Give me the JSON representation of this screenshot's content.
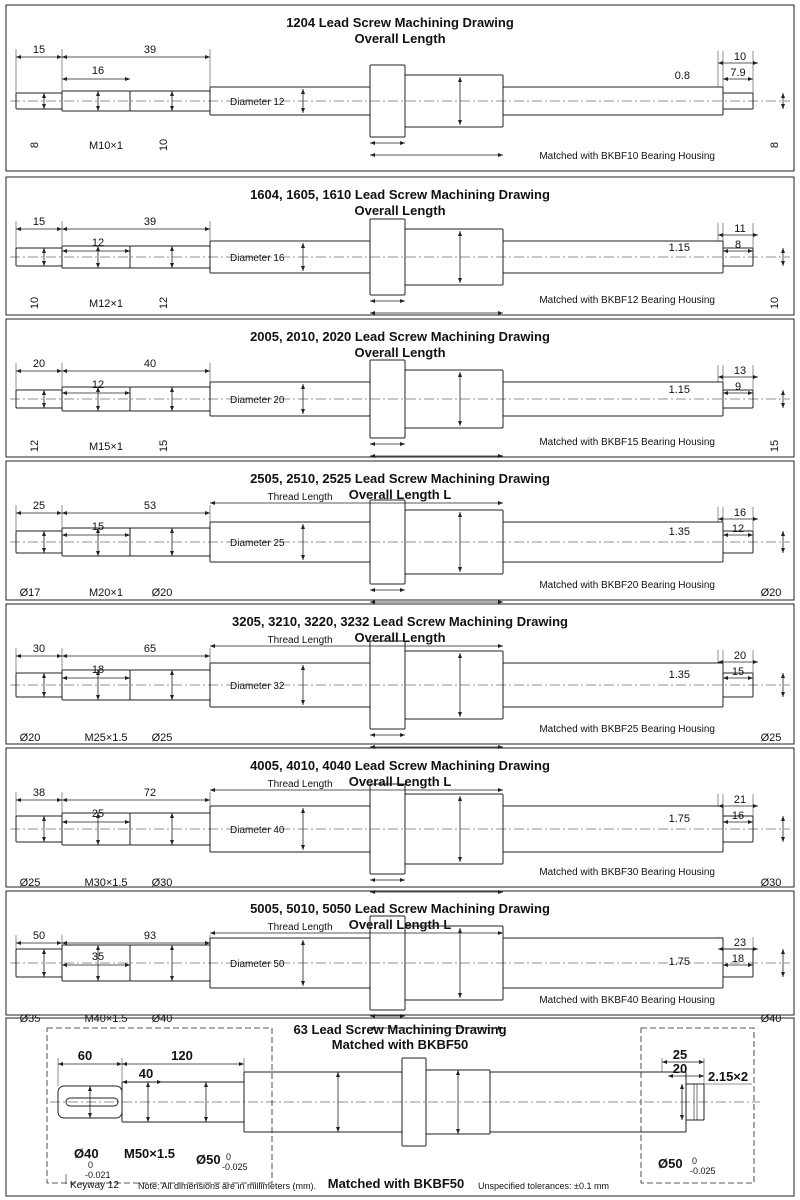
{
  "panels": [
    {
      "title": "1204 Lead Screw Machining Drawing",
      "subtitle": "Overall Length",
      "thread_label": "",
      "dims": {
        "a": "15",
        "b": "39",
        "c": "16",
        "d": "10",
        "e": "7.9",
        "chamfer": "0.8"
      },
      "vert": {
        "left": "8",
        "thread": "M10×1",
        "mid": "10",
        "right": "8"
      },
      "diameter": "Diameter 12",
      "bearing": "Matched with BKBF10 Bearing Housing"
    },
    {
      "title": "1604, 1605, 1610 Lead Screw Machining Drawing",
      "subtitle": "Overall Length",
      "thread_label": "",
      "dims": {
        "a": "15",
        "b": "39",
        "c": "12",
        "d": "11",
        "e": "8",
        "chamfer": "1.15"
      },
      "vert": {
        "left": "10",
        "thread": "M12×1",
        "mid": "12",
        "right": "10"
      },
      "diameter": "Diameter 16",
      "bearing": "Matched with BKBF12 Bearing Housing"
    },
    {
      "title": "2005, 2010, 2020 Lead Screw Machining Drawing",
      "subtitle": "Overall Length",
      "thread_label": "",
      "dims": {
        "a": "20",
        "b": "40",
        "c": "12",
        "d": "13",
        "e": "9",
        "chamfer": "1.15"
      },
      "vert": {
        "left": "12",
        "thread": "M15×1",
        "mid": "15",
        "right": "15"
      },
      "diameter": "Diameter 20",
      "bearing": "Matched with BKBF15 Bearing Housing"
    },
    {
      "title": "2505, 2510, 2525 Lead Screw Machining Drawing",
      "subtitle": "Overall Length L",
      "thread_label": "Thread Length",
      "dims": {
        "a": "25",
        "b": "53",
        "c": "15",
        "d": "16",
        "e": "12",
        "chamfer": "1.35"
      },
      "vert": {
        "left": "Ø17",
        "thread": "M20×1",
        "mid": "Ø20",
        "right": "Ø20"
      },
      "diameter": "Diameter 25",
      "bearing": "Matched with BKBF20 Bearing Housing"
    },
    {
      "title": "3205, 3210, 3220, 3232 Lead Screw Machining Drawing",
      "subtitle": "Overall Length",
      "thread_label": "Thread Length",
      "dims": {
        "a": "30",
        "b": "65",
        "c": "18",
        "d": "20",
        "e": "15",
        "chamfer": "1.35"
      },
      "vert": {
        "left": "Ø20",
        "thread": "M25×1.5",
        "mid": "Ø25",
        "right": "Ø25"
      },
      "diameter": "Diameter 32",
      "bearing": "Matched with BKBF25 Bearing Housing"
    },
    {
      "title": "4005, 4010, 4040 Lead Screw Machining Drawing",
      "subtitle": "Overall Length L",
      "thread_label": "Thread Length",
      "dims": {
        "a": "38",
        "b": "72",
        "c": "25",
        "d": "21",
        "e": "16",
        "chamfer": "1.75"
      },
      "vert": {
        "left": "Ø25",
        "thread": "M30×1.5",
        "mid": "Ø30",
        "right": "Ø30"
      },
      "diameter": "Diameter 40",
      "bearing": "Matched with BKBF30 Bearing Housing"
    },
    {
      "title": "5005, 5010, 5050 Lead Screw Machining Drawing",
      "subtitle": "Overall Length L",
      "thread_label": "Thread Length",
      "dims": {
        "a": "50",
        "b": "93",
        "c": "35",
        "d": "23",
        "e": "18",
        "chamfer": "1.75"
      },
      "vert": {
        "left": "Ø35",
        "thread": "M40×1.5",
        "mid": "Ø40",
        "right": "Ø40"
      },
      "diameter": "Diameter 50",
      "bearing": "Matched with BKBF40 Bearing Housing"
    }
  ],
  "final": {
    "title": "63 Lead Screw Machining Drawing",
    "subtitle": "Matched with BKBF50",
    "dims": {
      "a": "60",
      "b": "120",
      "c": "40",
      "d": "25",
      "e": "20",
      "groove": "2.15×2"
    },
    "left_dia": "Ø40",
    "left_tol_up": "0",
    "left_tol_low": "-0.021",
    "thread": "M50×1.5",
    "mid_dia": "Ø50",
    "mid_tol_up": "0",
    "mid_tol_low": "-0.025",
    "right_dia": "Ø50",
    "right_tol_up": "0",
    "right_tol_low": "-0.025",
    "keyway": "Keyway 12",
    "matched": "Matched with BKBF50",
    "note": "Note: All dimensions are in millimeters (mm).",
    "tolerance": "Unspecified tolerances: ±0.1 mm"
  }
}
